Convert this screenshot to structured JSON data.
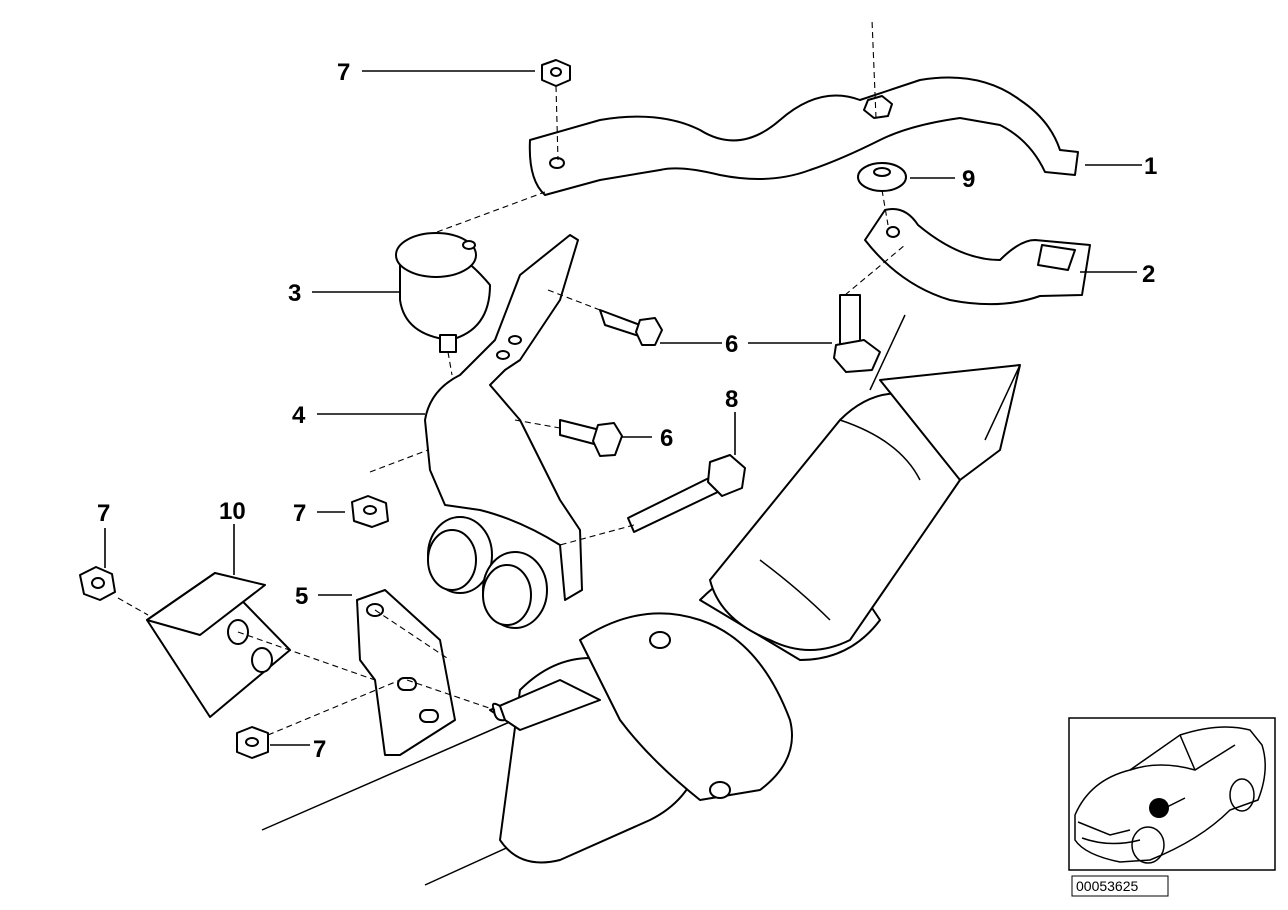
{
  "callouts": {
    "c1": "1",
    "c2": "2",
    "c3": "3",
    "c4": "4",
    "c5": "5",
    "c6a": "6",
    "c6b": "6",
    "c7a": "7",
    "c7b": "7",
    "c7c": "7",
    "c7d": "7",
    "c8": "8",
    "c9": "9",
    "c10": "10"
  },
  "reference_id": "00053625",
  "colors": {
    "line": "#000000",
    "background": "#ffffff",
    "marker": "#000000"
  }
}
